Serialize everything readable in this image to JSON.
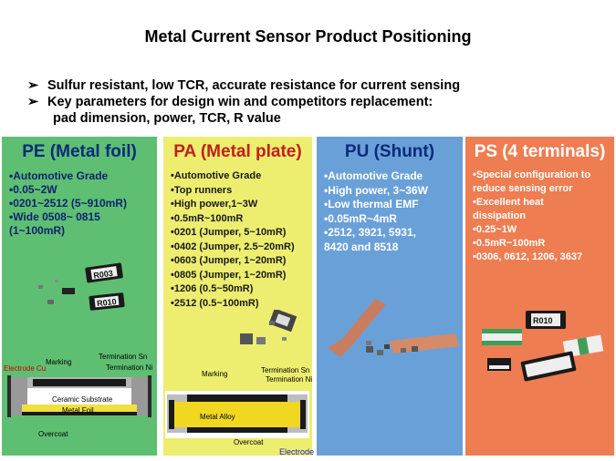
{
  "title": "Metal Current Sensor Product Positioning",
  "bullets": [
    "Sulfur resistant, low TCR, accurate resistance for current sensing",
    "Key parameters for design win and competitors replacement:"
  ],
  "bullet_cont": "pad dimension, power, TCR, R value",
  "bullet_symbol": "➢",
  "colors": {
    "pe": "#5ebf72",
    "pa": "#eded70",
    "pu": "#6aa0d8",
    "ps": "#ee7d52"
  },
  "columns": {
    "pe": {
      "title": "PE (Metal foil)",
      "items": [
        "•Automotive Grade",
        "•0.05~2W",
        "•0201~2512  (5~910mR)",
        "•Wide 0508~ 0815",
        " (1~100mR)"
      ],
      "chip_marks": [
        "R003",
        "R010"
      ],
      "diagram": {
        "marking": "Marking",
        "electrode": "Electrode Cu",
        "termination_sn": "Termination Sn",
        "termination_ni": "Termination Ni",
        "substrate": "Ceramic Substrate",
        "foil": "Metal Foil",
        "overcoat": "Overcoat"
      }
    },
    "pa": {
      "title": "PA (Metal plate)",
      "items": [
        "•Automotive Grade",
        "•Top runners",
        "•High power,1~3W",
        "•0.5mR~100mR",
        "•0201 (Jumper, 5~10mR)",
        "•0402 (Jumper, 2.5~20mR)",
        "•0603 (Jumper, 1~20mR)",
        "•0805 (Jumper, 1~20mR)",
        "•1206 (0.5~50mR)",
        "•2512 (0.5~100mR)"
      ],
      "diagram": {
        "marking": "Marking",
        "termination_sn": "Termination Sn",
        "termination_ni": "Termination Ni",
        "alloy": "Metal Alloy",
        "overcoat": "Overcoat",
        "electrode": "Electrode Cu"
      }
    },
    "pu": {
      "title": "PU (Shunt)",
      "items": [
        "•Automotive Grade",
        "•High power, 3~36W",
        "•Low thermal EMF",
        "•0.05mR~4mR",
        "•2512, 3921, 5931,",
        " 8420 and 8518"
      ]
    },
    "ps": {
      "title": "PS (4 terminals)",
      "items": [
        "•Special configuration to",
        " reduce sensing error",
        "•Excellent heat",
        " dissipation",
        "•0.25~1W",
        "•0.5mR~100mR",
        "•0306, 0612, 1206, 3637"
      ],
      "chip_marks": [
        "R010"
      ]
    }
  }
}
